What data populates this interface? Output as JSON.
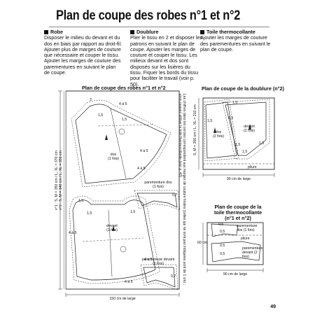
{
  "page": {
    "title": "Plan de coupe des robes n°1 et n°2",
    "page_number": "49"
  },
  "columns": [
    {
      "heading": "Robe",
      "text": "Disposer le milieu du devant et du dos en biais par rapport au droit-fil. Ajouter plus de marges de couture que nécessaire et couper le tissu. Ajouter les marges de couture des parementures en suivant le plan de coupe."
    },
    {
      "heading": "Doublure",
      "text": "Plier le tissu en 2 et disposer les patrons en suivant le plan de coupe. Ajouter les marges de couture et couper le tissu. Les milieux devant et dos sont disposés sur les lisières du tissu. Fiquer les bords du tissu pour faciliter le travail (voir p. 50)."
    },
    {
      "heading": "Toile thermocollante",
      "text": "Ajouter les marges de couture des parementures en suivant le plan de coupe."
    }
  ],
  "diagram_robes": {
    "title": "Plan de coupe des robes n°1 et n°2",
    "left_dim": "n°1 : S, M = 350 cm / L, XL = 370 cm",
    "left_dim2": "n°2 : S, M = 340 cm / L, XL = 350 cm",
    "right_note": "Les chiffres dans les cercles correspondent aux marges de couture finales (celles qui ne sont pas indiquées sont de 1 cm) ; vous pouvez utiliser la toile thermocollante (voir p. 42)",
    "bottom_dim": "150 cm de large",
    "piece_dos": "dos\n(1 fois)",
    "piece_devant": "devant\n(1 fois)",
    "piece_par_dos": "parementure dos\n(1 fois)",
    "piece_par_devant": "parementure devant\n(1 fois)",
    "m_2": "2",
    "m_4_5a": "4 à 5",
    "m_1_5a": "1,5",
    "m_1_5b": "1,5",
    "m_4_5b": "4 à 5",
    "m_4_5c": "4 à 5",
    "m_1_5c": "1,5",
    "m_1_5d": "1,5",
    "m_0_7a": "0,7",
    "m_4_5d": "4 à 5",
    "m_1_5e": "1,5",
    "m_4_5e": "4 à 5",
    "m_0_7b": "0,7",
    "m_4_5f": "4 à 5"
  },
  "diagram_doublure": {
    "title": "Plan de coupe de la doublure (n°2)",
    "left_dim": "S, M = 200 cm / L, XL = 210 cm",
    "bottom_dim": "90 cm de large",
    "piece_dos": "dos\n(2 fois)",
    "piece_devant": "devant\n(2 fois)",
    "piece_pliure": "pliure",
    "m_1_5a": "1,5",
    "m_1_5b": "1,5",
    "m_1_5c": "1,5",
    "m_1_5d": "1,5",
    "m_1_5e": "1,5",
    "m_1_5f": "1,5"
  },
  "diagram_toile": {
    "title": "Plan de coupe de la toile thermocollante (n°1 et n°2)",
    "left_dim": "60 cm",
    "bottom_dim": "90 cm de large",
    "piece_par_dos": "parementure dos (1 fois)",
    "piece_par_devant": "parementure devant (2 fois)",
    "piece_pliure": "pliure",
    "m_0_5a": "0,5",
    "m_0_5b": "0,5",
    "m_0_5c": "0,5",
    "m_0_5d": "0,5"
  }
}
